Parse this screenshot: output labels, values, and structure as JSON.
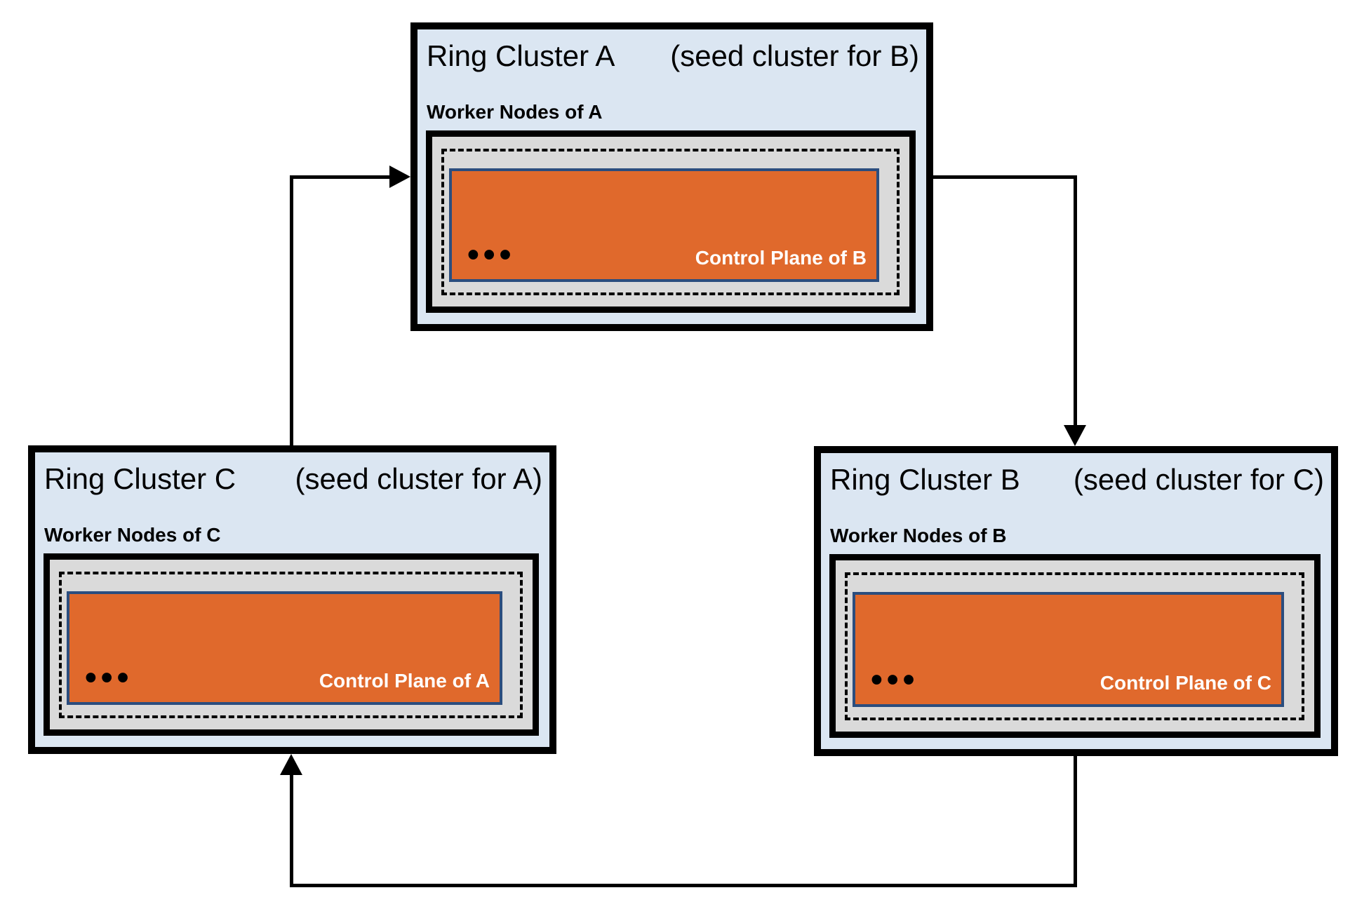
{
  "clusters": {
    "a": {
      "name": "Ring Cluster A",
      "seed_note": "(seed cluster for B)",
      "worker_label": "Worker Nodes of A",
      "control_plane_label": "Control Plane of B",
      "ellipsis": "•••"
    },
    "b": {
      "name": "Ring Cluster B",
      "seed_note": "(seed cluster for C)",
      "worker_label": "Worker Nodes of B",
      "control_plane_label": "Control Plane of C",
      "ellipsis": "•••"
    },
    "c": {
      "name": "Ring Cluster C",
      "seed_note": "(seed cluster for A)",
      "worker_label": "Worker Nodes of C",
      "control_plane_label": "Control Plane of A",
      "ellipsis": "•••"
    }
  },
  "connections": [
    {
      "from": "Ring Cluster A",
      "to": "Ring Cluster B"
    },
    {
      "from": "Ring Cluster B",
      "to": "Ring Cluster C"
    },
    {
      "from": "Ring Cluster C",
      "to": "Ring Cluster A"
    }
  ],
  "colors": {
    "cluster_fill": "#dbe6f2",
    "worker_nodes_fill": "#dadada",
    "control_plane_fill": "#e0692c",
    "control_plane_border": "#2b4d7e",
    "line": "#000000"
  }
}
